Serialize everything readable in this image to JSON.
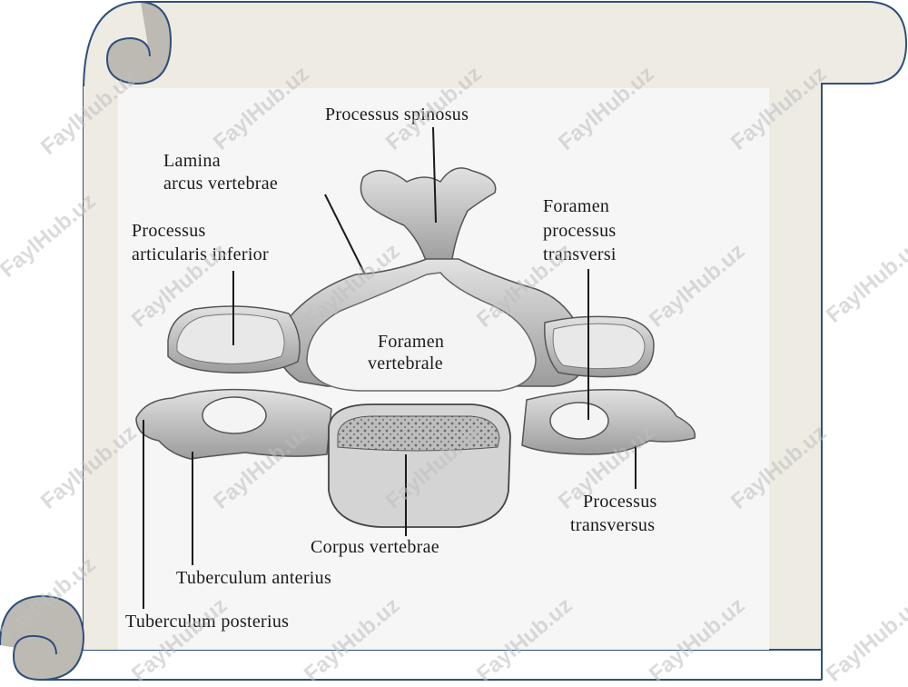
{
  "labels": {
    "processus_spinosus": "Processus spinosus",
    "lamina_line1": "Lamina",
    "lamina_line2": "arcus vertebrae",
    "proc_artic_line1": "Processus",
    "proc_artic_line2": "articularis inferior",
    "foramen_proc_line1": "Foramen",
    "foramen_proc_line2": "processus",
    "foramen_proc_line3": "transversi",
    "foramen_vert_line1": "Foramen",
    "foramen_vert_line2": "vertebrale",
    "proc_transv_line1": "Processus",
    "proc_transv_line2": "transversus",
    "corpus": "Corpus vertebrae",
    "tub_anterius": "Tuberculum anterius",
    "tub_posterius": "Tuberculum posterius"
  },
  "watermark_text": "FaylHub.uz",
  "colors": {
    "scroll_fill": "#eeebe3",
    "scroll_stroke": "#2f4f7a",
    "curl_fill": "#bdbab3",
    "bone_fill": "#cfcfcf",
    "bone_shade": "#8a8a8a",
    "ink": "#1a1a1a"
  }
}
